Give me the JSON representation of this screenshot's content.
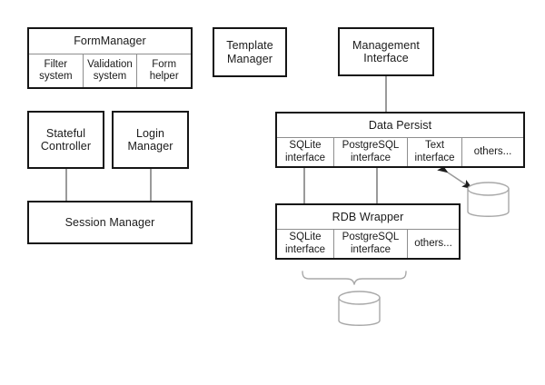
{
  "diagram": {
    "title": "Web framework architecture block diagram",
    "background": "#ffffff",
    "stroke_dark": "#151515",
    "stroke_light": "#8e8e8e",
    "connector_color": "#9a9a9a",
    "components": {
      "form_manager": {
        "title": "FormManager",
        "cells": [
          "Filter\nsystem",
          "Validation\nsystem",
          "Form\nhelper"
        ]
      },
      "template_manager": {
        "title": "Template\nManager"
      },
      "management_interface": {
        "title": "Management\nInterface"
      },
      "stateful_controller": {
        "title": "Stateful\nController"
      },
      "login_manager": {
        "title": "Login\nManager"
      },
      "session_manager": {
        "title": "Session Manager"
      },
      "data_persist": {
        "title": "Data Persist",
        "cells": [
          "SQLite\ninterface",
          "PostgreSQL\ninterface",
          "Text\ninterface",
          "others..."
        ]
      },
      "rdb_wrapper": {
        "title": "RDB Wrapper",
        "cells": [
          "SQLite\ninterface",
          "PostgreSQL\ninterface",
          "others..."
        ]
      }
    },
    "datastores": {
      "text_store": {
        "label": ""
      },
      "rdb_store": {
        "label": ""
      }
    }
  }
}
